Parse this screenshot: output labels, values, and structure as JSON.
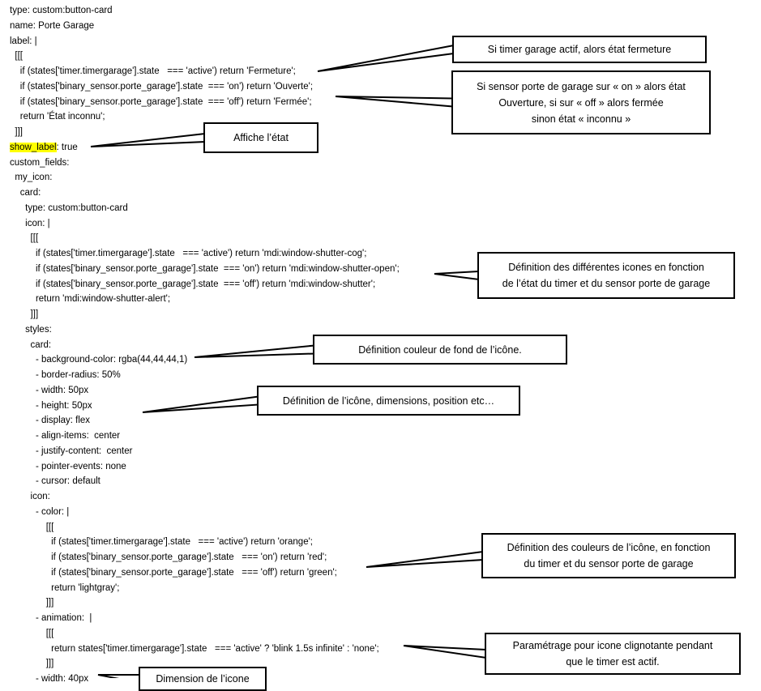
{
  "document": {
    "lines": [
      "type: custom:button-card",
      "name: Porte Garage",
      "label: |",
      "  [[[",
      "    if (states['timer.timergarage'].state   === 'active') return 'Fermeture';",
      "    if (states['binary_sensor.porte_garage'].state  === 'on') return 'Ouverte';",
      "    if (states['binary_sensor.porte_garage'].state  === 'off') return 'Fermée';",
      "    return 'État inconnu';",
      "  ]]]",
      "show_label: true",
      "custom_fields:",
      "  my_icon:",
      "    card:",
      "      type: custom:button-card",
      "      icon: |",
      "        [[[",
      "          if (states['timer.timergarage'].state   === 'active') return 'mdi:window-shutter-cog';",
      "          if (states['binary_sensor.porte_garage'].state  === 'on') return 'mdi:window-shutter-open';",
      "          if (states['binary_sensor.porte_garage'].state  === 'off') return 'mdi:window-shutter';",
      "          return 'mdi:window-shutter-alert';",
      "        ]]]",
      "      styles:",
      "        card:",
      "          - background-color: rgba(44,44,44,1)",
      "          - border-radius: 50%",
      "          - width: 50px",
      "          - height: 50px",
      "          - display: flex",
      "          - align-items:  center",
      "          - justify-content:  center",
      "          - pointer-events: none",
      "          - cursor: default",
      "        icon:",
      "          - color: |",
      "              [[[",
      "                if (states['timer.timergarage'].state   === 'active') return 'orange';",
      "                if (states['binary_sensor.porte_garage'].state   === 'on') return 'red';",
      "                if (states['binary_sensor.porte_garage'].state   === 'off') return 'green';",
      "                return 'lightgray';",
      "              ]]]",
      "          - animation:  |",
      "              [[[",
      "                return states['timer.timergarage'].state   === 'active' ? 'blink 1.5s infinite' : 'none';",
      "              ]]]",
      "          - width: 40px"
    ],
    "callouts": [
      "Si timer garage actif, alors état fermeture",
      "Si sensor porte de garage sur « on » alors état\nOuverture, si sur « off » alors fermée\nsinon état « inconnu »",
      "Affiche l’état",
      "Définition des différentes icones en fonction\nde l’état du timer et du sensor porte de garage",
      "Définition couleur de fond de l’icône.",
      "Définition de l’icône, dimensions, position etc…",
      "Définition des couleurs de l’icône, en fonction\ndu timer et du sensor porte de garage",
      "Paramétrage pour icone clignotante pendant\nque le timer est actif.",
      "Dimension de l’icone"
    ]
  }
}
